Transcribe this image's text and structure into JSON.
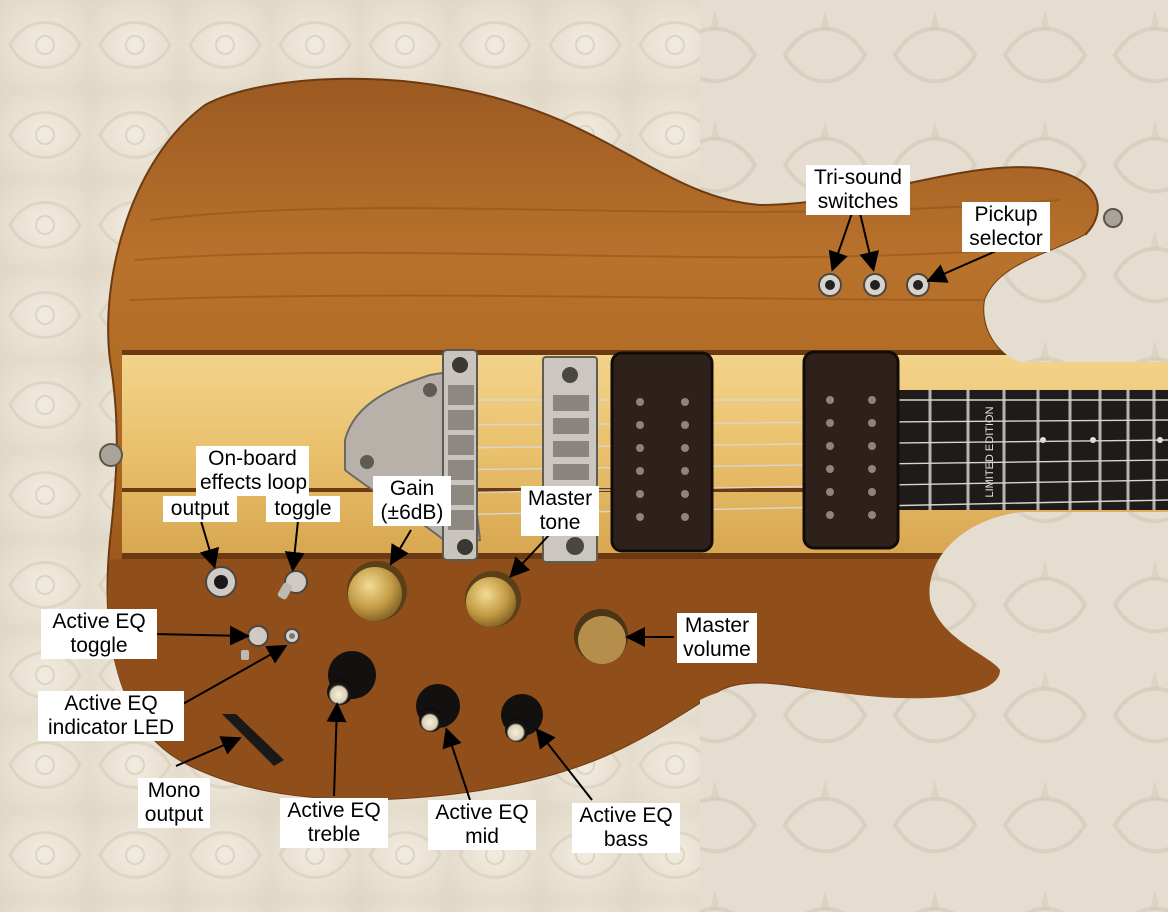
{
  "annotations": {
    "tri_sound": [
      "Tri-sound",
      "switches"
    ],
    "pickup_selector": [
      "Pickup",
      "selector"
    ],
    "onboard_effects": [
      "On-board",
      "effects loop"
    ],
    "output": "output",
    "toggle": "toggle",
    "gain": [
      "Gain",
      "(±6dB)"
    ],
    "master_tone": [
      "Master",
      "tone"
    ],
    "active_eq_toggle": [
      "Active EQ",
      "toggle"
    ],
    "master_volume": [
      "Master",
      "volume"
    ],
    "active_eq_led": [
      "Active EQ",
      "indicator LED"
    ],
    "mono_output": [
      "Mono",
      "output"
    ],
    "eq_treble": [
      "Active EQ",
      "treble"
    ],
    "eq_mid": [
      "Active EQ",
      "mid"
    ],
    "eq_bass": [
      "Active EQ",
      "bass"
    ]
  },
  "fretboard_inlay_text": "LIMITED EDITION",
  "colors": {
    "wood_dark": "#8a4e1c",
    "wood_mid": "#b87630",
    "wood_light": "#e3b566",
    "maple_stripe": "#f0cf82",
    "cloth": "#ebe4d6",
    "fretboard": "#1f1b1a",
    "chrome": "#c8c3bc",
    "brass": "#c9a24a"
  }
}
